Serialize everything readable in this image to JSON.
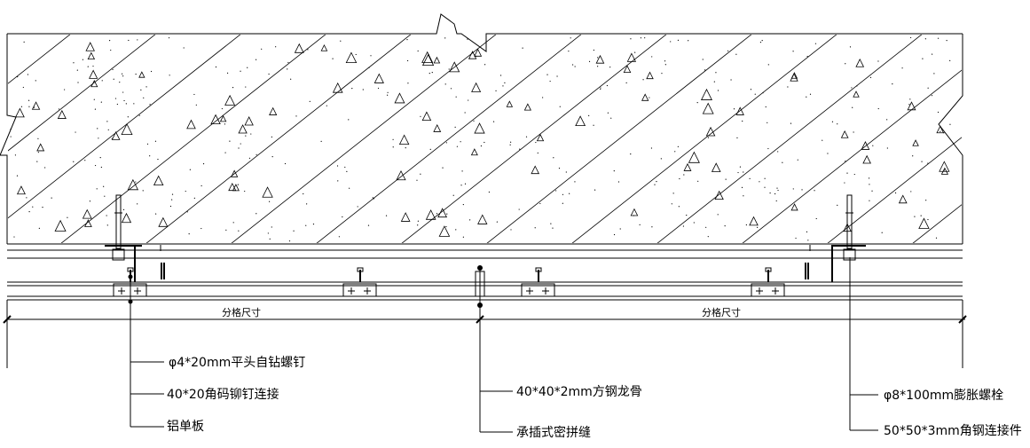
{
  "dimensions": {
    "left_label": "分格尺寸",
    "right_label": "分格尺寸"
  },
  "callouts": {
    "screw": "φ4*20mm平头自钻螺钉",
    "angle_rivet": "40*20角码铆钉连接",
    "panel": "铝单板",
    "square_tube": "40*40*2mm方钢龙骨",
    "joint": "承插式密拼缝",
    "anchor_bolt": "φ8*100mm膨胀螺栓",
    "angle_steel": "50*50*3mm角钢连接件"
  }
}
